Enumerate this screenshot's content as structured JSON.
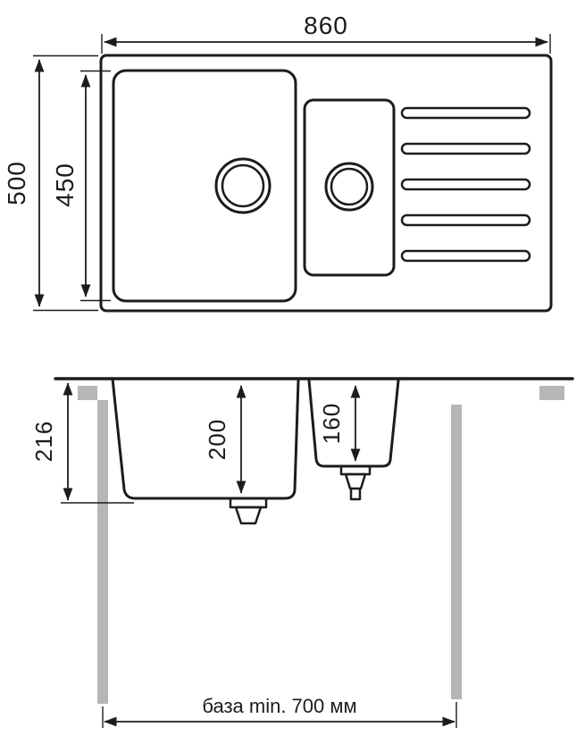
{
  "colors": {
    "line": "#1c1c1c",
    "metal": "#b6b6b6",
    "background": "#ffffff"
  },
  "top_view": {
    "width_label": "860",
    "outer_depth_label": "500",
    "bowl_depth_label": "450"
  },
  "section_view": {
    "overall_depth_label": "216",
    "main_bowl_depth_label": "200",
    "secondary_bowl_depth_label": "160",
    "base_cabinet_label": "база min. 700 мм"
  }
}
